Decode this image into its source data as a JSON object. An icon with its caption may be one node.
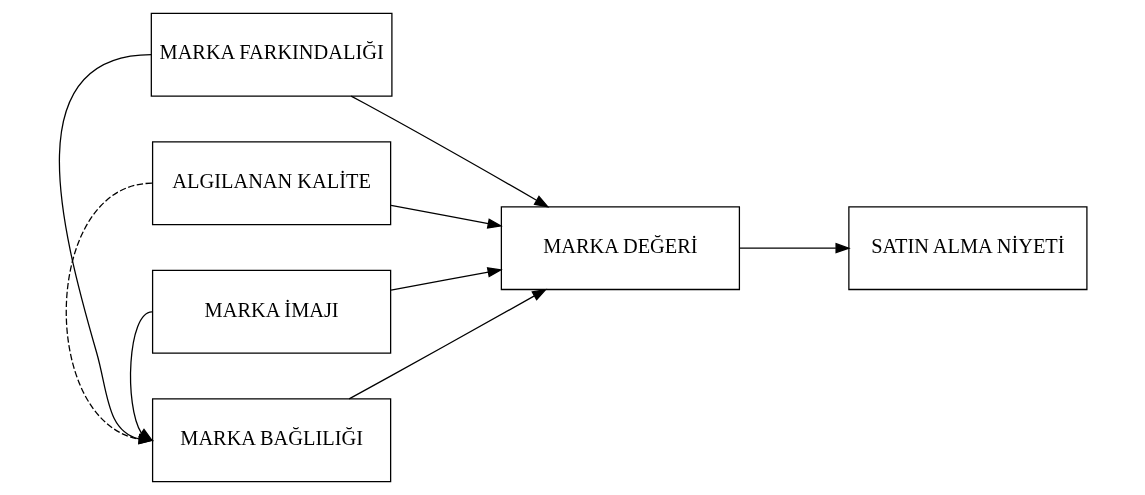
{
  "diagram": {
    "nodes": [
      {
        "text": [
          "MARKA FARKINDALIĞI"
        ]
      },
      {
        "text": [
          "ALGILANAN KALİTE"
        ]
      },
      {
        "text": [
          "MARKA İMAJI"
        ]
      },
      {
        "text": [
          "MARKA BAĞLILIĞI"
        ]
      },
      {
        "text": [
          "MARKA DEĞERİ"
        ]
      },
      {
        "text": [
          "SATIN ALMA NİYETİ"
        ]
      }
    ],
    "edges": [
      {
        "from": 0,
        "to": 4,
        "arrow": "to"
      },
      {
        "from": 1,
        "to": 4,
        "arrow": "to"
      },
      {
        "from": 2,
        "to": 4,
        "arrow": "to"
      },
      {
        "from": 3,
        "to": 4,
        "arrow": "to"
      },
      {
        "from": 4,
        "to": 5,
        "arrow": "to"
      },
      {
        "from": 0,
        "to": 3,
        "arrow": "to"
      },
      {
        "from": 1,
        "to": 3,
        "arrow": "to",
        "style": "dashed"
      },
      {
        "from": 2,
        "to": 3,
        "arrow": "to"
      }
    ]
  }
}
